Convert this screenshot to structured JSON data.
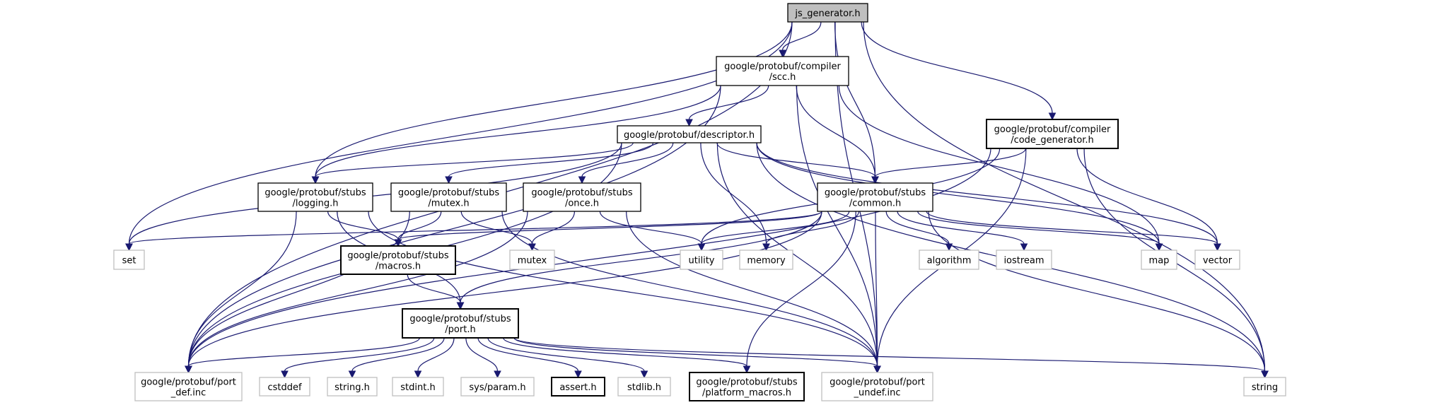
{
  "title": "js_generator.h include dependency graph",
  "colors": {
    "edge": "#191970",
    "main_fill": "#bfbfbf",
    "system_border": "#bfbfbf",
    "local_border": "#000000"
  },
  "nodes": [
    {
      "id": "js_generator",
      "lines": [
        "js_generator.h"
      ],
      "kind": "main"
    },
    {
      "id": "scc",
      "lines": [
        "google/protobuf/compiler",
        "/scc.h"
      ],
      "kind": "local"
    },
    {
      "id": "descriptor",
      "lines": [
        "google/protobuf/descriptor.h"
      ],
      "kind": "local"
    },
    {
      "id": "code_generator",
      "lines": [
        "google/protobuf/compiler",
        "/code_generator.h"
      ],
      "kind": "local"
    },
    {
      "id": "logging",
      "lines": [
        "google/protobuf/stubs",
        "/logging.h"
      ],
      "kind": "local"
    },
    {
      "id": "mutex_h",
      "lines": [
        "google/protobuf/stubs",
        "/mutex.h"
      ],
      "kind": "local"
    },
    {
      "id": "once",
      "lines": [
        "google/protobuf/stubs",
        "/once.h"
      ],
      "kind": "local"
    },
    {
      "id": "common",
      "lines": [
        "google/protobuf/stubs",
        "/common.h"
      ],
      "kind": "local"
    },
    {
      "id": "set",
      "lines": [
        "set"
      ],
      "kind": "system"
    },
    {
      "id": "macros",
      "lines": [
        "google/protobuf/stubs",
        "/macros.h"
      ],
      "kind": "local"
    },
    {
      "id": "mutex",
      "lines": [
        "mutex"
      ],
      "kind": "system"
    },
    {
      "id": "utility",
      "lines": [
        "utility"
      ],
      "kind": "system"
    },
    {
      "id": "memory",
      "lines": [
        "memory"
      ],
      "kind": "system"
    },
    {
      "id": "algorithm",
      "lines": [
        "algorithm"
      ],
      "kind": "system"
    },
    {
      "id": "iostream",
      "lines": [
        "iostream"
      ],
      "kind": "system"
    },
    {
      "id": "map",
      "lines": [
        "map"
      ],
      "kind": "system"
    },
    {
      "id": "vector",
      "lines": [
        "vector"
      ],
      "kind": "system"
    },
    {
      "id": "port",
      "lines": [
        "google/protobuf/stubs",
        "/port.h"
      ],
      "kind": "local"
    },
    {
      "id": "port_def",
      "lines": [
        "google/protobuf/port",
        "_def.inc"
      ],
      "kind": "system"
    },
    {
      "id": "cstddef",
      "lines": [
        "cstddef"
      ],
      "kind": "system"
    },
    {
      "id": "string_h",
      "lines": [
        "string.h"
      ],
      "kind": "system"
    },
    {
      "id": "stdint",
      "lines": [
        "stdint.h"
      ],
      "kind": "system"
    },
    {
      "id": "sysparam",
      "lines": [
        "sys/param.h"
      ],
      "kind": "system"
    },
    {
      "id": "assert",
      "lines": [
        "assert.h"
      ],
      "kind": "local"
    },
    {
      "id": "stdlib",
      "lines": [
        "stdlib.h"
      ],
      "kind": "system"
    },
    {
      "id": "platform_macros",
      "lines": [
        "google/protobuf/stubs",
        "/platform_macros.h"
      ],
      "kind": "local"
    },
    {
      "id": "port_undef",
      "lines": [
        "google/protobuf/port",
        "_undef.inc"
      ],
      "kind": "system"
    },
    {
      "id": "string",
      "lines": [
        "string"
      ],
      "kind": "system"
    }
  ],
  "edges": [
    [
      "js_generator",
      "scc"
    ],
    [
      "js_generator",
      "code_generator"
    ],
    [
      "js_generator",
      "common"
    ],
    [
      "js_generator",
      "logging"
    ],
    [
      "js_generator",
      "set"
    ],
    [
      "js_generator",
      "port_def"
    ],
    [
      "js_generator",
      "port_undef"
    ],
    [
      "js_generator",
      "string"
    ],
    [
      "scc",
      "descriptor"
    ],
    [
      "scc",
      "common"
    ],
    [
      "scc",
      "logging"
    ],
    [
      "scc",
      "map"
    ],
    [
      "scc",
      "port_def"
    ],
    [
      "scc",
      "port_undef"
    ],
    [
      "descriptor",
      "logging"
    ],
    [
      "descriptor",
      "mutex_h"
    ],
    [
      "descriptor",
      "once"
    ],
    [
      "descriptor",
      "common"
    ],
    [
      "descriptor",
      "set"
    ],
    [
      "descriptor",
      "memory"
    ],
    [
      "descriptor",
      "vector"
    ],
    [
      "descriptor",
      "string"
    ],
    [
      "descriptor",
      "map"
    ],
    [
      "descriptor",
      "port_def"
    ],
    [
      "descriptor",
      "port_undef"
    ],
    [
      "code_generator",
      "common"
    ],
    [
      "code_generator",
      "utility"
    ],
    [
      "code_generator",
      "vector"
    ],
    [
      "code_generator",
      "string"
    ],
    [
      "code_generator",
      "port_def"
    ],
    [
      "code_generator",
      "port_undef"
    ],
    [
      "logging",
      "macros"
    ],
    [
      "logging",
      "port"
    ],
    [
      "logging",
      "port_def"
    ],
    [
      "logging",
      "port_undef"
    ],
    [
      "mutex_h",
      "macros"
    ],
    [
      "mutex_h",
      "mutex"
    ],
    [
      "mutex_h",
      "port_def"
    ],
    [
      "mutex_h",
      "port_undef"
    ],
    [
      "once",
      "mutex"
    ],
    [
      "once",
      "utility"
    ],
    [
      "once",
      "port_def"
    ],
    [
      "once",
      "port_undef"
    ],
    [
      "common",
      "set"
    ],
    [
      "common",
      "macros"
    ],
    [
      "common",
      "utility"
    ],
    [
      "common",
      "memory"
    ],
    [
      "common",
      "algorithm"
    ],
    [
      "common",
      "iostream"
    ],
    [
      "common",
      "map"
    ],
    [
      "common",
      "vector"
    ],
    [
      "common",
      "string"
    ],
    [
      "common",
      "port"
    ],
    [
      "common",
      "platform_macros"
    ],
    [
      "common",
      "port_def"
    ],
    [
      "common",
      "port_undef"
    ],
    [
      "macros",
      "port"
    ],
    [
      "port",
      "port_def"
    ],
    [
      "port",
      "cstddef"
    ],
    [
      "port",
      "string_h"
    ],
    [
      "port",
      "stdint"
    ],
    [
      "port",
      "sysparam"
    ],
    [
      "port",
      "assert"
    ],
    [
      "port",
      "stdlib"
    ],
    [
      "port",
      "platform_macros"
    ],
    [
      "port",
      "port_undef"
    ],
    [
      "port",
      "string"
    ]
  ]
}
